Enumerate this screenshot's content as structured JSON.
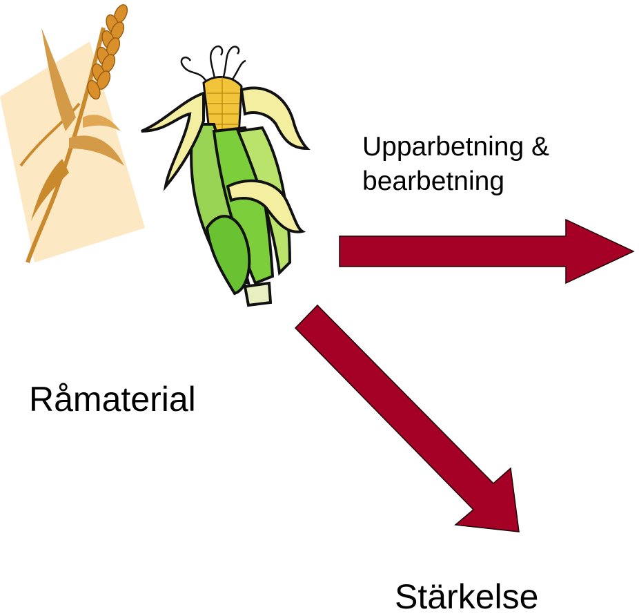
{
  "labels": {
    "process_line1": "Upparbetning &",
    "process_line2": "bearbetning",
    "raw_material": "Råmaterial",
    "starch": "Stärkelse"
  },
  "colors": {
    "arrow": "#a50026",
    "arrow_outline": "#1a0000",
    "wheat_backdrop": "#fde8c4",
    "wheat_grain": "#d9902a",
    "corn_husk_green": "#7ccf3a",
    "corn_husk_pale": "#f4efa0",
    "corn_kernels": "#f2c43a"
  },
  "icons": {
    "wheat": "wheat-icon",
    "corn": "corn-cob-icon"
  }
}
